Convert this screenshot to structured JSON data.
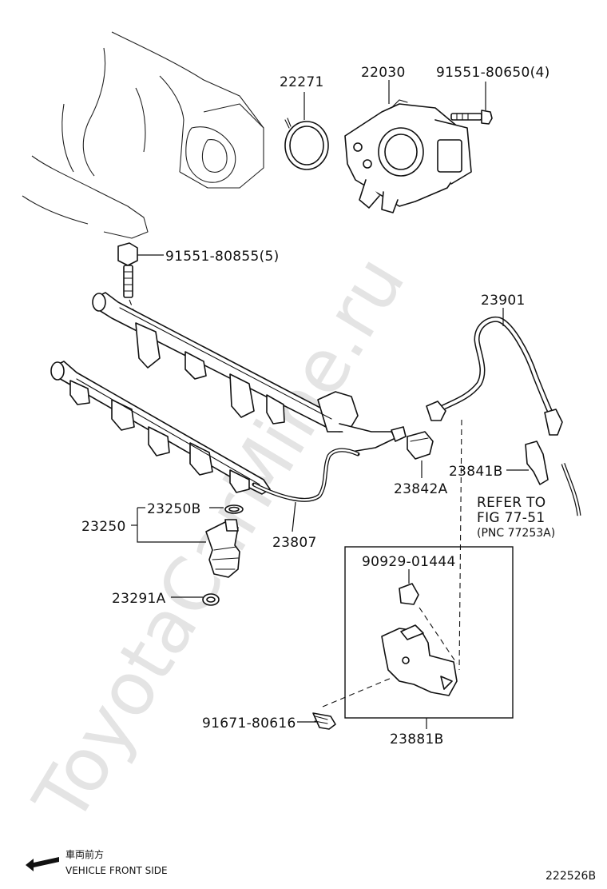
{
  "watermark": "ToyotaCarMine.ru",
  "parts": {
    "p22271": "22271",
    "p22030": "22030",
    "p91551_80650": "91551-80650(4)",
    "p91551_80855": "91551-80855(5)",
    "p23901": "23901",
    "p23841B": "23841B",
    "p23842A": "23842A",
    "p23250B": "23250B",
    "p23250": "23250",
    "p23807": "23807",
    "p23291A": "23291A",
    "p90929_01444": "90929-01444",
    "p91671_80616": "91671-80616",
    "p23881B": "23881B"
  },
  "refer": {
    "line1": "REFER TO",
    "line2": "FIG 77-51",
    "line3": "(PNC 77253A)"
  },
  "direction": {
    "japanese": "車両前方",
    "english": "VEHICLE FRONT SIDE"
  },
  "figure_code": "222526B"
}
